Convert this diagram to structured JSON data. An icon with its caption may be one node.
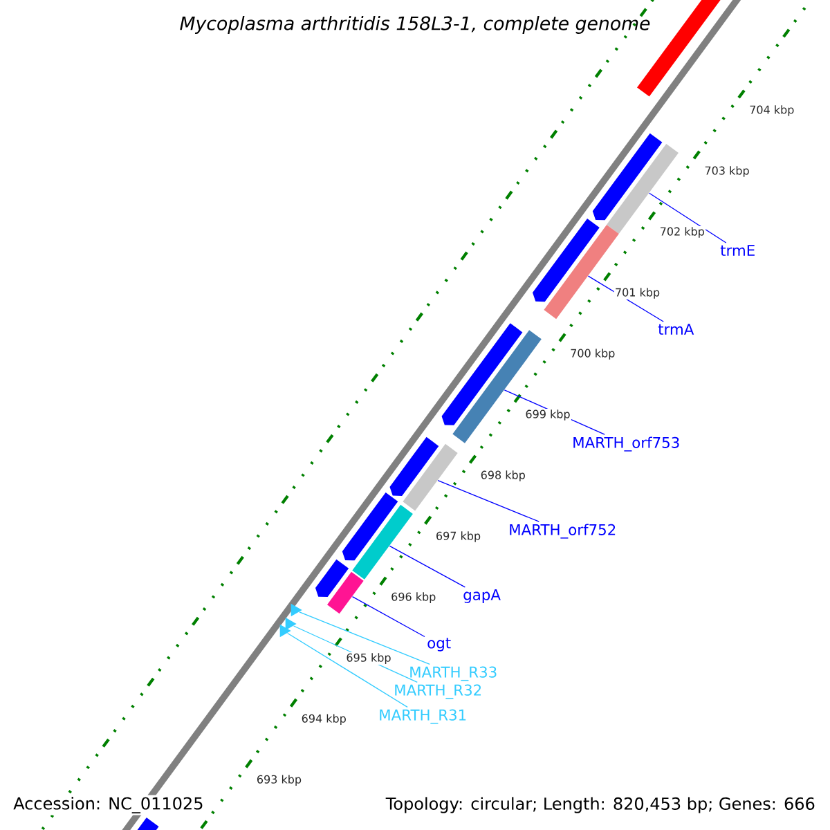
{
  "diagram": {
    "title": "Mycoplasma arthritidis 158L3-1, complete genome",
    "nodes": [
      {
        "text": [
          "trmE"
        ]
      },
      {
        "text": [
          "trmA"
        ]
      },
      {
        "text": [
          "MARTH_orf753"
        ]
      },
      {
        "text": [
          "MARTH_orf752"
        ]
      },
      {
        "text": [
          "gapA"
        ]
      },
      {
        "text": [
          "ogt"
        ]
      },
      {
        "text": [
          "MARTH_R33"
        ]
      },
      {
        "text": [
          "MARTH_R32"
        ]
      },
      {
        "text": [
          "MARTH_R31"
        ]
      },
      {
        "text": [],
        "shape": "bar"
      },
      {
        "text": [],
        "shape": "bar"
      },
      {
        "text": [],
        "shape": "bar"
      },
      {
        "text": [],
        "shape": "bar"
      },
      {
        "text": [],
        "shape": "bar"
      },
      {
        "text": [],
        "shape": "bar"
      },
      {
        "text": [],
        "shape": "triangle"
      },
      {
        "text": [],
        "shape": "triangle"
      },
      {
        "text": [],
        "shape": "triangle"
      },
      {
        "text": [],
        "shape": "bar"
      },
      {
        "text": [],
        "shape": "bar"
      },
      {
        "text": [],
        "shape": "bar"
      },
      {
        "text": [],
        "shape": "bar"
      },
      {
        "text": [],
        "shape": "bar"
      },
      {
        "text": [],
        "shape": "bar"
      },
      {
        "text": [],
        "shape": "bar"
      },
      {
        "text": [],
        "shape": "bar"
      }
    ],
    "edges": [
      {
        "from": 0,
        "to": 9,
        "arrow": "none"
      },
      {
        "from": 1,
        "to": 10,
        "arrow": "none"
      },
      {
        "from": 2,
        "to": 11,
        "arrow": "none"
      },
      {
        "from": 3,
        "to": 12,
        "arrow": "none"
      },
      {
        "from": 4,
        "to": 13,
        "arrow": "none"
      },
      {
        "from": 5,
        "to": 14,
        "arrow": "none"
      },
      {
        "from": 6,
        "to": 15,
        "arrow": "none",
        "color": "#33ccff"
      },
      {
        "from": 7,
        "to": 16,
        "arrow": "none",
        "color": "#33ccff"
      },
      {
        "from": 8,
        "to": 17,
        "arrow": "none",
        "color": "#33ccff"
      }
    ],
    "labels": [
      "704 kbp",
      "703 kbp",
      "702 kbp",
      "701 kbp",
      "700 kbp",
      "699 kbp",
      "698 kbp",
      "697 kbp",
      "696 kbp",
      "695 kbp",
      "694 kbp",
      "693 kbp",
      "Accession: NC_011025",
      "Topology: circular; Length: 820,453 bp; Genes: 666"
    ]
  }
}
